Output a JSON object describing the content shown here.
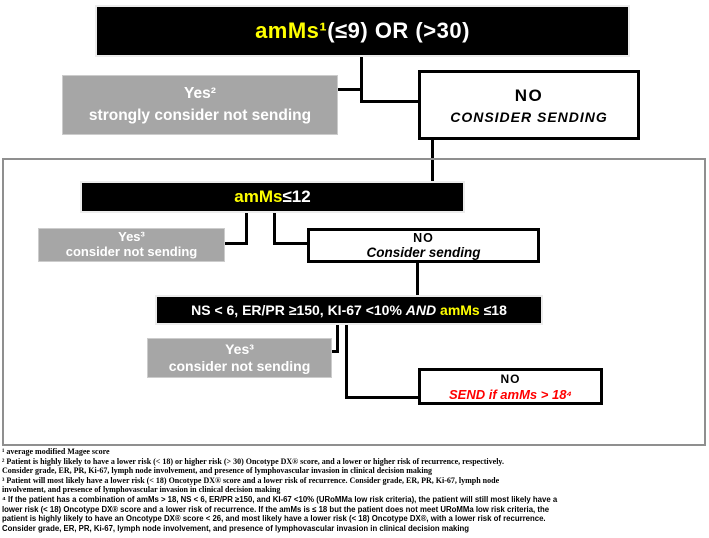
{
  "flowchart": {
    "root_box": {
      "highlight": "amMs¹",
      "rest": " (≤9) OR (>30)"
    },
    "yes_strong_box": {
      "title": "Yes²",
      "subtitle": "strongly consider not sending"
    },
    "no_consider_box": {
      "title": "NO",
      "subtitle": "CONSIDER SENDING"
    },
    "amms12_box": {
      "highlight": "amMs",
      "rest": " ≤12"
    },
    "yes_consider_box_1": {
      "title": "Yes³",
      "subtitle": "consider not sending"
    },
    "no_consider_box_2": {
      "title": "NO",
      "subtitle": "Consider sending"
    },
    "criteria_box": {
      "part1": "NS < 6, ER/PR ≥150, KI-67 <10% ",
      "conjunction": "AND",
      "highlight": " amMs",
      "rest": " ≤18"
    },
    "yes_consider_box_2": {
      "title": "Yes³",
      "subtitle": "consider not sending"
    },
    "no_send_box": {
      "title": "NO",
      "subtitle": "SEND if amMs > 18⁴"
    }
  },
  "footnotes": [
    {
      "text": "¹ average modified Magee score"
    },
    {
      "text": "² Patient is highly likely to have a lower risk (< 18) or higher risk (> 30) Oncotype DX® score, and a lower or higher risk of recurrence, respectively.\nConsider grade, ER, PR, Ki-67, lymph node involvement, and presence of lymphovascular invasion in clinical decision making"
    },
    {
      "text": "³ Patient will most likely have a lower risk (< 18) Oncotype DX® score and a lower risk of recurrence. Consider grade, ER, PR, Ki-67, lymph node\ninvolvement, and presence of lymphovascular invasion in clinical decision making"
    },
    {
      "text": "⁴ If the patient has a combination of amMs > 18, NS < 6, ER/PR ≥150, and KI-67 <10% (URoMMa low risk criteria), the patient will still most likely have a\nlower risk (< 18) Oncotype DX® score and a lower risk of recurrence. If the amMs is ≤ 18 but the patient does not meet URoMMa low risk criteria, the\npatient is highly likely to have an Oncotype DX® score < 26, and most likely have a lower risk (< 18) Oncotype DX®, with a lower risk of recurrence.\nConsider grade, ER, PR, Ki-67, lymph node involvement, and presence of lymphovascular invasion in clinical decision making"
    }
  ],
  "colors": {
    "highlight_yellow": "#FFFF00",
    "alert_red": "#FF0000",
    "box_black": "#000000",
    "box_gray": "#A6A6A6"
  }
}
